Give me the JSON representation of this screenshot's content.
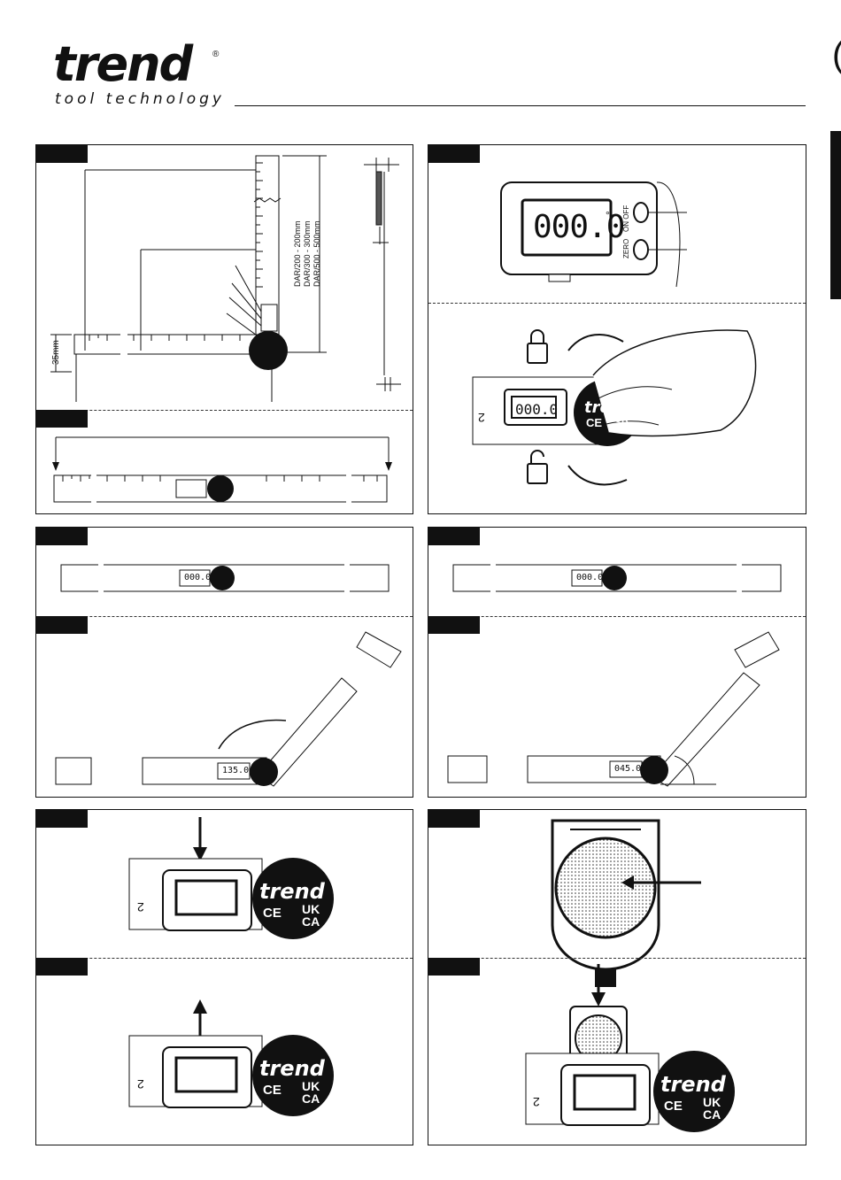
{
  "header": {
    "brand": "trend",
    "registered": "®",
    "tagline": "tool technology"
  },
  "page_edge": {
    "glyph": "("
  },
  "panel_a": {
    "specs": [
      "DAR/200 - 200mm",
      "DAR/300 - 300mm",
      "DAR/500 - 500mm"
    ],
    "dim_35": "35mm"
  },
  "panel_b": {
    "display_value": "000.0",
    "degree": "°",
    "zero_label": "ZERO",
    "onoff_label": "ON OFF"
  },
  "labels": {
    "ruler_display": "000.0",
    "angle_135": "135.0",
    "angle_045": "045.0",
    "scale_digit": "2",
    "badge_brand": "trend",
    "badge_ce": "CE",
    "badge_ukca_1": "UK",
    "badge_ukca_2": "CA"
  }
}
